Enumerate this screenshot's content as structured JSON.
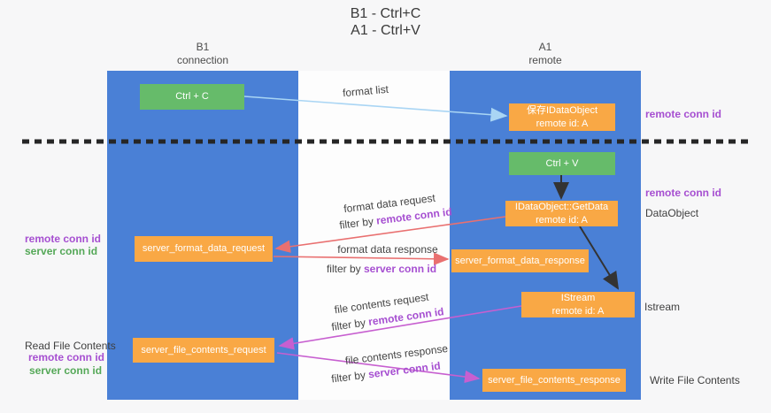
{
  "title": {
    "line1": "B1 - Ctrl+C",
    "line2": "A1 - Ctrl+V"
  },
  "columns": {
    "left": {
      "name": "B1",
      "role": "connection"
    },
    "right": {
      "name": "A1",
      "role": "remote"
    }
  },
  "nodes": {
    "ctrl_c": {
      "label": "Ctrl + C"
    },
    "save_dataobject": {
      "line1": "保存IDataObject",
      "line2": "remote id: A"
    },
    "ctrl_v": {
      "label": "Ctrl + V"
    },
    "getdata": {
      "line1": "IDataObject::GetData",
      "line2": "remote id: A"
    },
    "server_format_data_request": {
      "label": "server_format_data_request"
    },
    "server_format_data_response": {
      "label": "server_format_data_response"
    },
    "istream": {
      "line1": "IStream",
      "line2": "remote id: A"
    },
    "server_file_contents_request": {
      "label": "server_file_contents_request"
    },
    "server_file_contents_response": {
      "label": "server_file_contents_response"
    }
  },
  "messages": {
    "format_list": "format list",
    "format_data_request": "format data request",
    "format_data_response": "format data response",
    "file_contents_request": "file contents request",
    "file_contents_response": "file contents response",
    "filter_by": "filter by ",
    "remote_conn_id": "remote conn id",
    "server_conn_id": "server conn id"
  },
  "annotations": {
    "left": {
      "remote_conn_id_1": "remote conn id",
      "server_conn_id_1": "server conn id",
      "read_file_contents": "Read File Contents",
      "remote_conn_id_2": "remote conn id",
      "server_conn_id_2": "server conn id"
    },
    "right": {
      "remote_conn_id_1": "remote conn id",
      "remote_conn_id_2": "remote conn id",
      "dataobject": "DataObject",
      "istream": "Istream",
      "write_file_contents": "Write File Contents"
    }
  },
  "colors": {
    "column_blue": "#4a80d6",
    "node_orange": "#f9a845",
    "node_green": "#66bb6a",
    "arrow_red": "#e97070",
    "arrow_magenta": "#c75fd0",
    "arrow_lightblue": "#a9d5f4",
    "arrow_black": "#333333",
    "label_purple": "#a64fd1",
    "label_green": "#55a858"
  }
}
